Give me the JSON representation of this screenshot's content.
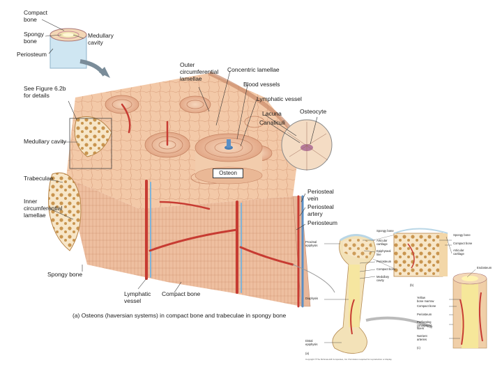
{
  "thumb": {
    "compact_bone": "Compact\nbone",
    "spongy_bone": "Spongy\nbone",
    "medullary_cavity": "Medullary\ncavity",
    "periosteum": "Periosteum"
  },
  "main": {
    "see_figure": "See Figure 6.2b\nfor details",
    "medullary_cavity": "Medullary cavity",
    "trabeculae": "Trabeculae",
    "inner_lamellae": "Inner\ncircumferential\nlamellae",
    "outer_lamellae": "Outer\ncircumferential\nlamellae",
    "concentric_lamellae": "Concentric lamellae",
    "blood_vessels": "Blood vessels",
    "lymphatic_vessel": "Lymphatic vessel",
    "lacuna": "Lacuna",
    "canaliculi": "Canaliculi",
    "osteocyte": "Osteocyte",
    "osteon": "Osteon",
    "periosteal_vein": "Periosteal\nvein",
    "periosteal_artery": "Periosteal\nartery",
    "periosteum": "Periosteum",
    "spongy_bone": "Spongy bone",
    "lymphatic_vessel_bottom": "Lymphatic\nvessel",
    "compact_bone": "Compact bone",
    "caption": "(a) Osteons (haversian systems) in compact bone and trabeculae in spongy bone"
  },
  "inset": {
    "spongy_bone": "Spongy bone",
    "articular_cartilage": "Articular\ncartilage",
    "epiphyseal_line": "Epiphyseal\nline",
    "periosteum": "Periosteum",
    "compact_bone": "Compact bone",
    "medullary_cavity": "Medullary\ncavity",
    "proximal_epiphysis": "Proximal\nepiphysis",
    "diaphysis": "Diaphysis",
    "distal_epiphysis": "Distal\nepiphysis",
    "label_a": "(a)",
    "label_b": "(b)",
    "label_c": "(c)",
    "r_spongy_bone": "Spongy bone",
    "r_compact_bone": "Compact bone",
    "r_articular_cartilage": "Articular\ncartilage",
    "endosteum": "Endosteum",
    "yellow_marrow": "Yellow\nbone marrow",
    "r_compact_bone2": "Compact bone",
    "r_periosteum": "Periosteum",
    "perforating_fibers": "Perforating\n(Sharpey's)\nfibers",
    "nutrient_arteries": "Nutrient\narteries",
    "copyright": "Copyright ©The McGraw-Hill Companies, Inc. Permission required for reproduction or display."
  }
}
